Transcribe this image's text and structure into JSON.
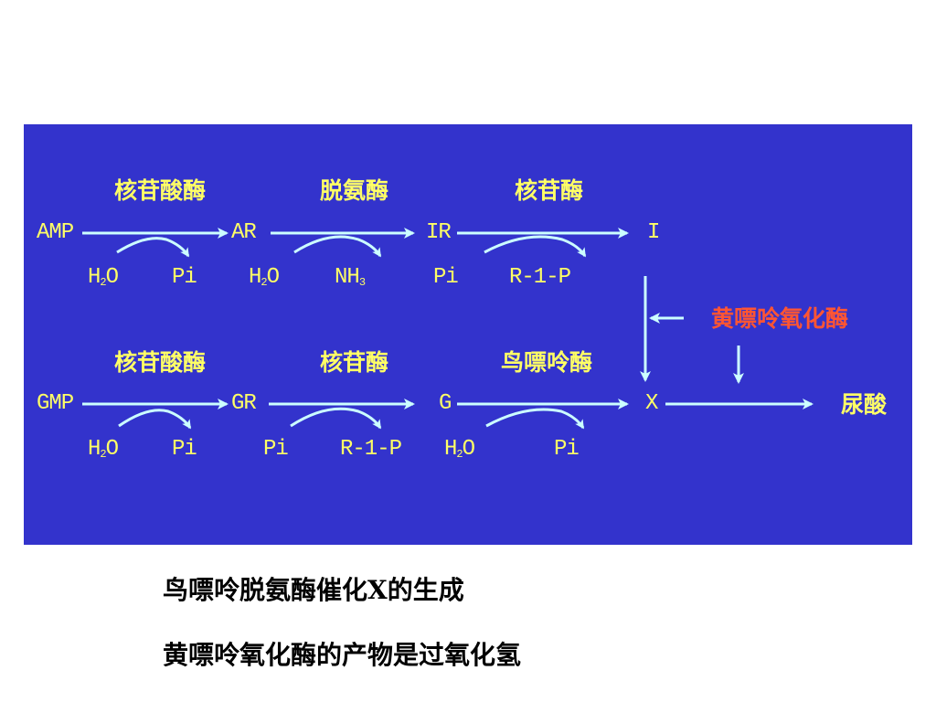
{
  "panel_color": "#3333cc",
  "label_color": "#ffff66",
  "arrow_color": "#ccffff",
  "accent_color": "#ff5533",
  "row1": {
    "nodes": [
      "AMP",
      "AR",
      "IR",
      "I"
    ],
    "enzymes": [
      "核苷酸酶",
      "脱氨酶",
      "核苷酶"
    ],
    "byproducts": [
      {
        "main": "H",
        "sub": "2",
        "rest": "O"
      },
      {
        "main": "Pi"
      },
      {
        "main": "H",
        "sub": "2",
        "rest": "O"
      },
      {
        "main": "NH",
        "sub": "3"
      },
      {
        "main": "Pi"
      },
      {
        "main": "R-1-P"
      }
    ]
  },
  "row2": {
    "nodes": [
      "GMP",
      "GR",
      "G",
      "X"
    ],
    "enzymes": [
      "核苷酸酶",
      "核苷酶",
      "鸟嘌呤酶"
    ],
    "byproducts": [
      {
        "main": "H",
        "sub": "2",
        "rest": "O"
      },
      {
        "main": "Pi"
      },
      {
        "main": "Pi"
      },
      {
        "main": "R-1-P"
      },
      {
        "main": "H",
        "sub": "2",
        "rest": "O"
      },
      {
        "main": "Pi"
      }
    ]
  },
  "side_enzyme": "黄嘌呤氧化酶",
  "final_product": "尿酸",
  "notes": [
    "鸟嘌呤脱氨酶催化X的生成",
    "黄嘌呤氧化酶的产物是过氧化氢"
  ]
}
